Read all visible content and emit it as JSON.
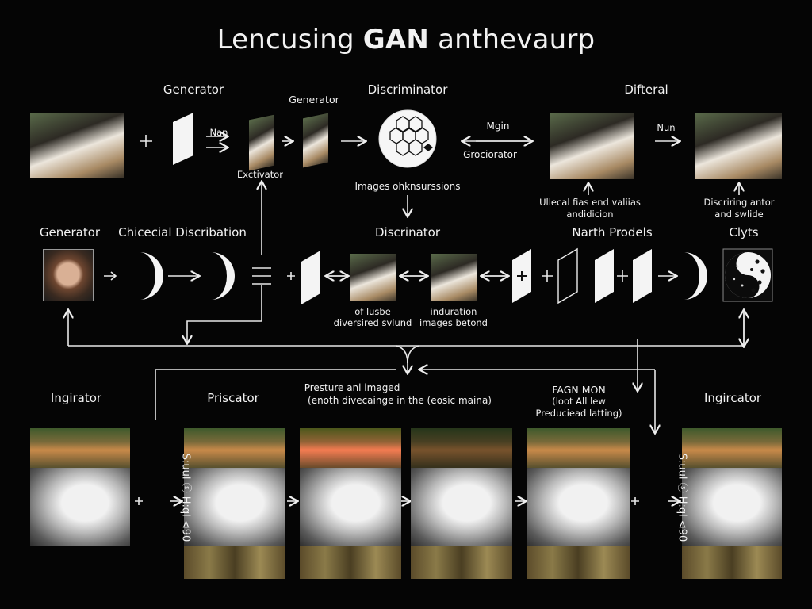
{
  "title": {
    "pre": "Lencusing ",
    "bold": "GAN",
    "post": " anthevaurp"
  },
  "row1": {
    "generator": "Generator",
    "generator_small": "Generator",
    "discriminator": "Discriminator",
    "difteral": "Difteral",
    "nan": "Nan",
    "exctivator": "Exctivator",
    "mgin": "Mgin",
    "grociorator": "Grociorator",
    "nun": "Nun",
    "images_note": "Images ohknsurssions",
    "ullecal_1": "Ullecal fias end valiias",
    "ullecal_2": "andidicion",
    "discring_1": "Discriring antor",
    "discring_2": "and swlide"
  },
  "row2": {
    "generator": "Generator",
    "chicecial": "Chicecial Discribation",
    "discriminator": "Discrinator",
    "narth": "Narth Prodels",
    "clyts": "Clyts",
    "of_lusbe_1": "of lusbe",
    "of_lusbe_2": "diversired svlund",
    "induration_1": "induration",
    "induration_2": "images betond"
  },
  "row3": {
    "ingirator_left": "Ingirator",
    "priscator": "Priscator",
    "presture_1": "Presture anl imaged",
    "presture_2": "(enoth divecainge in the (eosic maina)",
    "fagn_1": "FAGN MON",
    "fagn_2": "(loot All lew",
    "fagn_3": "Preduciead latting)",
    "ingircator_right": "Ingircator",
    "vert_text": "S:uul ⓢ H:ql ⊲90"
  }
}
